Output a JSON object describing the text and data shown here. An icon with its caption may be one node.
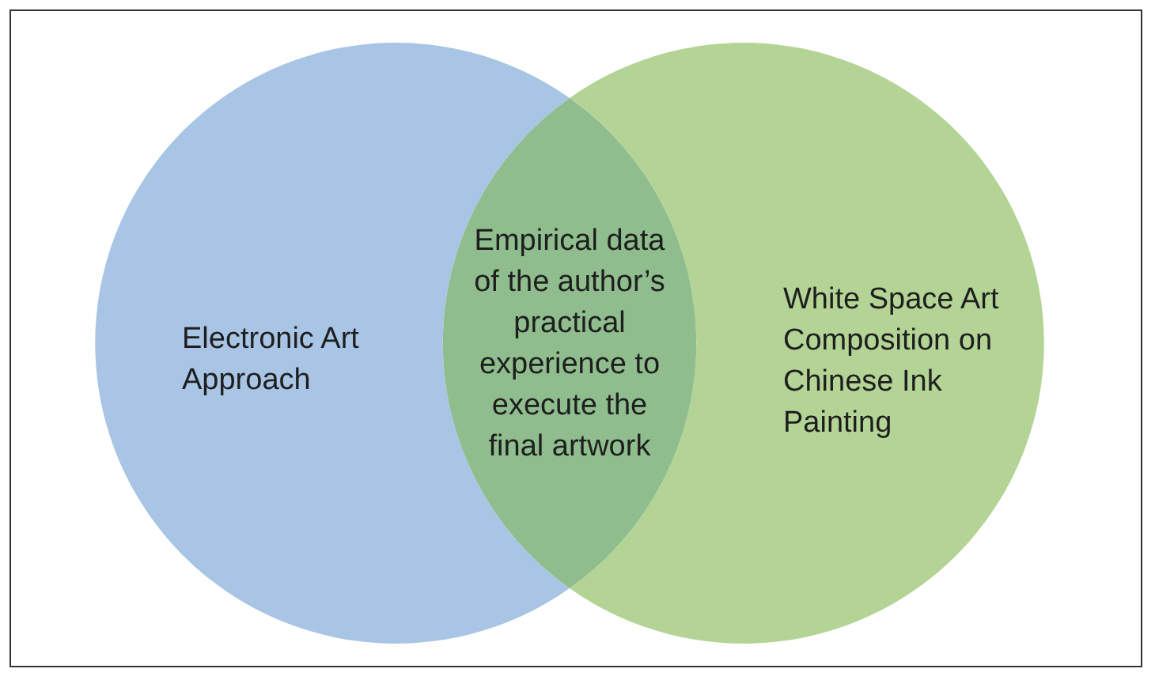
{
  "diagram": {
    "nodes": [
      {
        "text": [
          "Electronic Art Approach"
        ]
      },
      {
        "text": [
          "White Space Art Composition on Chinese Ink Painting"
        ]
      },
      {
        "text": [
          "Empirical data of the author’s practical experience to execute the final artwork"
        ]
      }
    ]
  }
}
